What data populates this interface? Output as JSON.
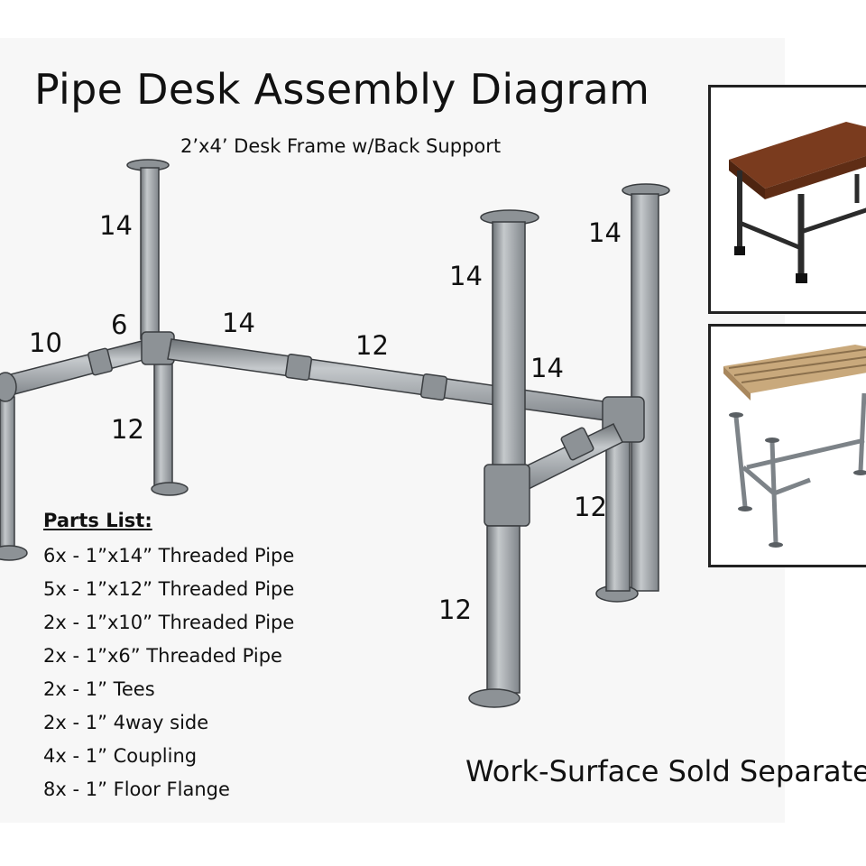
{
  "title": "Pipe Desk Assembly Diagram",
  "subtitle": "2’x4’ Desk Frame w/Back Support",
  "dimension_labels": [
    "14",
    "14",
    "14",
    "14",
    "10",
    "6",
    "14",
    "12",
    "14",
    "12",
    "12",
    "12"
  ],
  "parts_list": {
    "title": "Parts List:",
    "items": [
      "6x - 1”x14” Threaded Pipe",
      "5x -  1”x12” Threaded Pipe",
      "2x -  1”x10”  Threaded Pipe",
      "2x -  1”x6” Threaded Pipe",
      "2x -  1” Tees",
      "2x -  1” 4way side",
      "4x -  1” Coupling",
      "8x -  1” Floor Flange"
    ]
  },
  "note": "Work-Surface Sold Separate.",
  "colors": {
    "pipe": "#9ea3a8",
    "pipe_outline": "#3a3d40",
    "wood_dark": "#7a3b1e",
    "wood_light": "#c9a97c",
    "background": "#f7f7f7"
  }
}
